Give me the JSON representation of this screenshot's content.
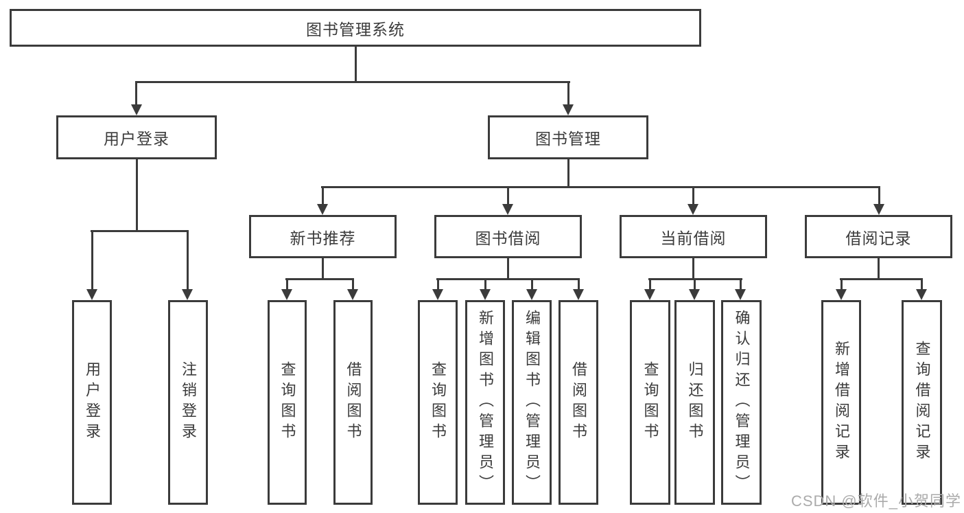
{
  "tree": {
    "root": "图书管理系统",
    "branches": [
      {
        "label": "用户登录",
        "children": [
          "用户登录",
          "注销登录"
        ]
      },
      {
        "label": "图书管理",
        "groups": [
          {
            "label": "新书推荐",
            "children": [
              "查询图书",
              "借阅图书"
            ]
          },
          {
            "label": "图书借阅",
            "children": [
              "查询图书",
              "新增图书（管理员）",
              "编辑图书（管理员）",
              "借阅图书"
            ]
          },
          {
            "label": "当前借阅",
            "children": [
              "查询图书",
              "归还图书",
              "确认归还（管理员）"
            ]
          },
          {
            "label": "借阅记录",
            "children": [
              "新增借阅记录",
              "查询借阅记录"
            ]
          }
        ]
      }
    ]
  },
  "watermark": {
    "text": "CSDN @软件_小贺同学"
  },
  "colors": {
    "line": "#3b3b3b",
    "text": "#3b3b3b",
    "background": "#ffffff",
    "watermark": "#ababab"
  }
}
